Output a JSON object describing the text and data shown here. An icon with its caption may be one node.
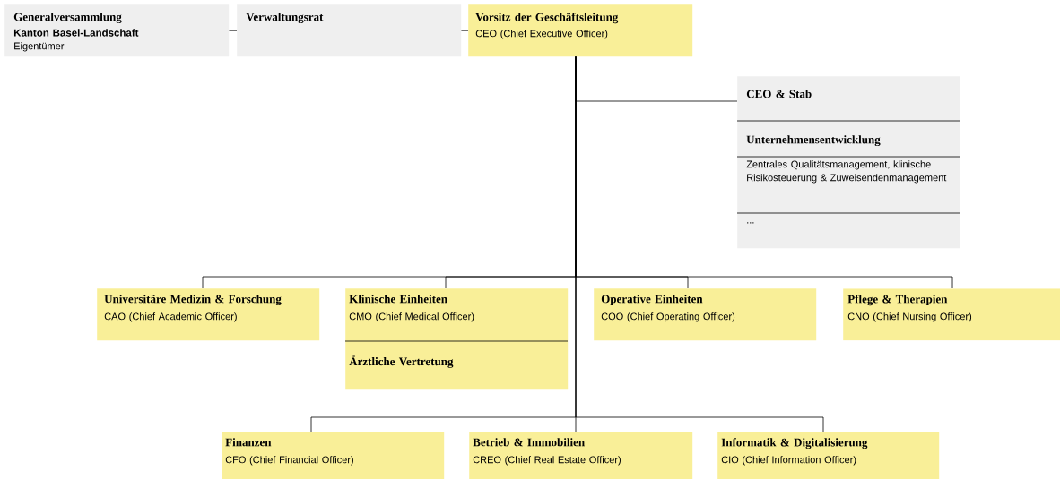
{
  "diagram": {
    "nodes": [
      {
        "text": [
          "Generalversammlung",
          "Kanton Basel-Landschaft",
          "Eigentümer"
        ]
      },
      {
        "text": [
          "Verwaltungsrat"
        ]
      },
      {
        "text": [
          "Vorsitz der Geschäftsleitung",
          "CEO (Chief Executive Officer)"
        ]
      },
      {
        "text": [
          "CEO & Stab",
          "Unternehmensentwicklung",
          "Zentrales Qualitätsmanagement, klinische Risikosteuerung & Zuweisendenmanagement",
          "..."
        ]
      },
      {
        "text": [
          "Universitäre Medizin & Forschung",
          "CAO (Chief Academic Officer)"
        ]
      },
      {
        "text": [
          "Klinische Einheiten",
          "CMO (Chief Medical Officer)",
          "Ärztliche Vertretung"
        ]
      },
      {
        "text": [
          "Operative Einheiten",
          "COO (Chief Operating Officer)"
        ]
      },
      {
        "text": [
          "Pflege & Therapien",
          "CNO (Chief Nursing Officer)"
        ]
      },
      {
        "text": [
          "Finanzen",
          "CFO (Chief Financial Officer)"
        ]
      },
      {
        "text": [
          "Betrieb & Immobilien",
          "CREO (Chief Real Estate Officer)"
        ]
      },
      {
        "text": [
          "Informatik & Digitalisierung",
          "CIO (Chief Information Officer)"
        ]
      }
    ],
    "edges": [
      {
        "from": 0,
        "to": 1,
        "arrow": "none"
      },
      {
        "from": 1,
        "to": 2,
        "arrow": "none"
      },
      {
        "from": 2,
        "to": 3,
        "arrow": "none"
      },
      {
        "from": 2,
        "to": 4,
        "arrow": "none"
      },
      {
        "from": 2,
        "to": 5,
        "arrow": "none"
      },
      {
        "from": 2,
        "to": 6,
        "arrow": "none"
      },
      {
        "from": 2,
        "to": 7,
        "arrow": "none"
      },
      {
        "from": 2,
        "to": 8,
        "arrow": "none"
      },
      {
        "from": 2,
        "to": 9,
        "arrow": "none"
      },
      {
        "from": 2,
        "to": 10,
        "arrow": "none"
      }
    ]
  }
}
